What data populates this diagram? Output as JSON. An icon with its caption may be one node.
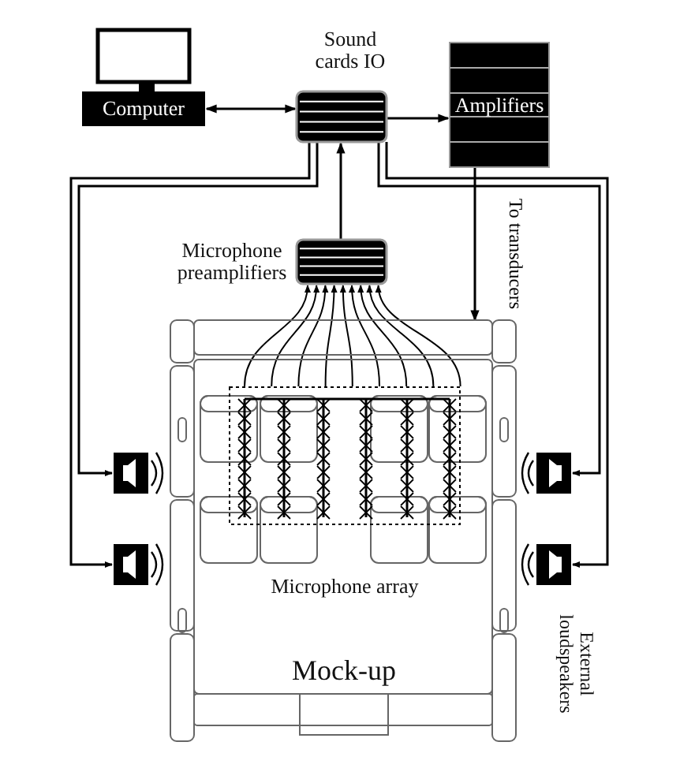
{
  "diagram": {
    "nodes": [
      {
        "text": [
          "Computer"
        ]
      },
      {
        "text": [
          "Sound cards IO"
        ]
      },
      {
        "text": [
          "Amplifiers"
        ]
      },
      {
        "text": [
          "Microphone preamplifiers"
        ]
      },
      {
        "text": [
          "Mock-up"
        ]
      },
      {
        "text": [
          "Microphone array"
        ],
        "in": 4
      },
      {
        "text": [],
        "shape": "speaker"
      },
      {
        "text": [],
        "shape": "speaker"
      },
      {
        "text": [],
        "shape": "speaker"
      },
      {
        "text": [],
        "shape": "speaker",
        "beside": [
          "External loudspeakers"
        ]
      }
    ],
    "edges": [
      {
        "from": 0,
        "to": 1,
        "arrow": "both"
      },
      {
        "from": 1,
        "to": 2,
        "arrow": "to"
      },
      {
        "from": 3,
        "to": 1,
        "arrow": "to"
      },
      {
        "from": 2,
        "to": 4,
        "arrow": "to",
        "label": "To transducers"
      },
      {
        "from": 1,
        "to": 6,
        "arrow": "to"
      },
      {
        "from": 1,
        "to": 7,
        "arrow": "to"
      },
      {
        "from": 1,
        "to": 8,
        "arrow": "to"
      },
      {
        "from": 1,
        "to": 9,
        "arrow": "to"
      },
      {
        "from": 5,
        "to": 3,
        "arrow": "to"
      },
      {
        "from": 5,
        "to": 3,
        "arrow": "to"
      },
      {
        "from": 5,
        "to": 3,
        "arrow": "to"
      },
      {
        "from": 5,
        "to": 3,
        "arrow": "to"
      },
      {
        "from": 5,
        "to": 3,
        "arrow": "to"
      },
      {
        "from": 5,
        "to": 3,
        "arrow": "to"
      },
      {
        "from": 5,
        "to": 3,
        "arrow": "to"
      },
      {
        "from": 5,
        "to": 3,
        "arrow": "to"
      },
      {
        "from": 5,
        "to": 3,
        "arrow": "to"
      }
    ]
  }
}
